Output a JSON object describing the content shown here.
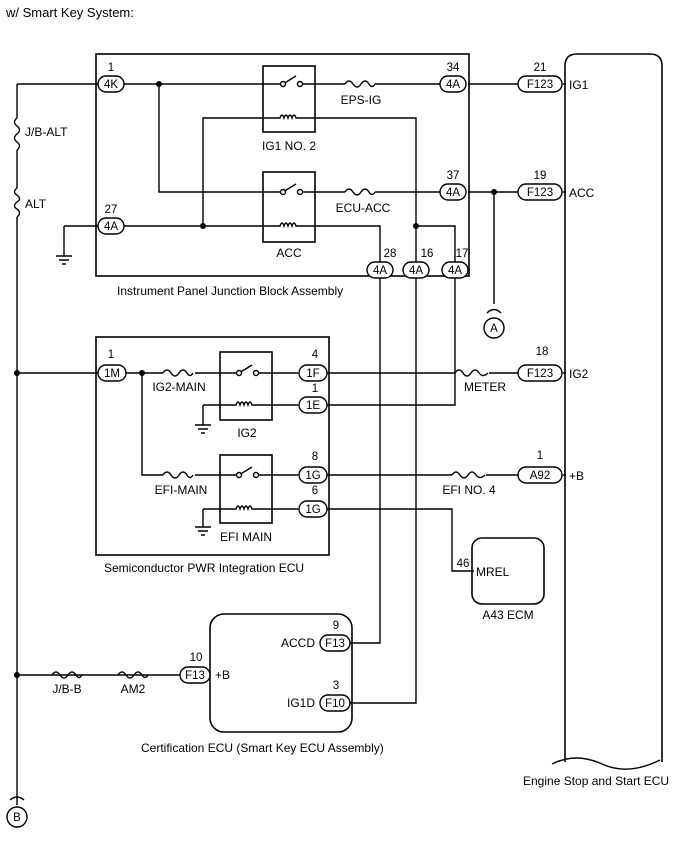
{
  "header": {
    "title": "w/ Smart Key System:"
  },
  "fuses": {
    "jb_alt": "J/B-ALT",
    "alt": "ALT",
    "eps_ig": "EPS-IG",
    "ecu_acc": "ECU-ACC",
    "ig2_main": "IG2-MAIN",
    "efi_main": "EFI-MAIN",
    "meter": "METER",
    "efi_no4": "EFI NO. 4",
    "jb_b": "J/B-B",
    "am2": "AM2"
  },
  "relays": {
    "ig1_no2": "IG1 NO. 2",
    "acc": "ACC",
    "ig2": "IG2",
    "efi_main": "EFI MAIN"
  },
  "components": {
    "ipjb": "Instrument Panel Junction Block Assembly",
    "spi_ecu": "Semiconductor PWR Integration ECU",
    "cert_ecu": "Certification ECU (Smart Key ECU Assembly)",
    "engine_ecu": "Engine Stop and Start ECU",
    "ecm_label": "A43  ECM",
    "ecm_term": "MREL",
    "cert_plus_b": "+B",
    "cert_accd": "ACCD",
    "cert_ig1d": "IG1D"
  },
  "pins": {
    "p1_4k": "1",
    "p34": "34",
    "p21": "21",
    "p37": "37",
    "p19": "19",
    "p27": "27",
    "p28": "28",
    "p16": "16",
    "p17": "17",
    "p18": "18",
    "p1_1m": "1",
    "p4_1f": "4",
    "p1_1e": "1",
    "p8_1g": "8",
    "p1_a92": "1",
    "p6_1g": "6",
    "p46": "46",
    "p9": "9",
    "p10": "10",
    "p3": "3"
  },
  "connectors": {
    "c4k": "4K",
    "c4a_34": "4A",
    "c4a_37": "4A",
    "c4a_27": "4A",
    "c4a_28": "4A",
    "c4a_16": "4A",
    "c4a_17": "4A",
    "cf123_21": "F123",
    "cf123_19": "F123",
    "cf123_18": "F123",
    "c1m": "1M",
    "c1f": "1F",
    "c1e": "1E",
    "c1g_8": "1G",
    "c1g_6": "1G",
    "ca92": "A92",
    "cf13_9": "F13",
    "cf13_10": "F13",
    "cf10": "F10"
  },
  "signals": {
    "ig1": "IG1",
    "acc": "ACC",
    "ig2": "IG2",
    "plus_b": "+B"
  },
  "refs": {
    "a": "A",
    "b": "B"
  }
}
